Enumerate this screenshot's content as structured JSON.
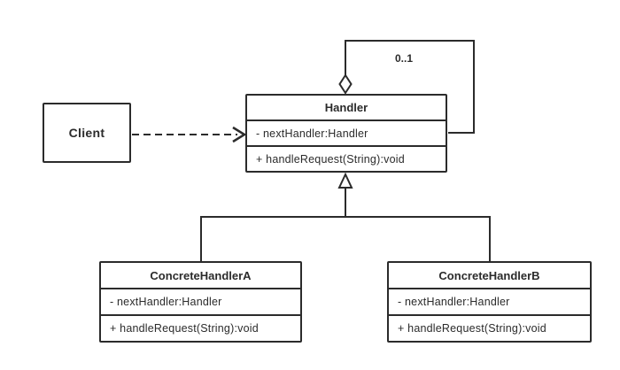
{
  "palette": {
    "line": "#2b2b2b",
    "text": "#2b2b2b",
    "background": "#ffffff"
  },
  "client": {
    "name": "Client"
  },
  "handler": {
    "name": "Handler",
    "attribute": "- nextHandler:Handler",
    "method": "+ handleRequest(String):void"
  },
  "concrete_handler_a": {
    "name": "ConcreteHandlerA",
    "attribute": "- nextHandler:Handler",
    "method": "+ handleRequest(String):void"
  },
  "concrete_handler_b": {
    "name": "ConcreteHandlerB",
    "attribute": "- nextHandler:Handler",
    "method": "+ handleRequest(String):void"
  },
  "self_association": {
    "multiplicity": "0..1",
    "aggregation_icon": "hollow-diamond",
    "from": "Handler",
    "to": "Handler"
  },
  "dependency": {
    "style": "dashed-open-arrow",
    "from": "Client",
    "to": "Handler"
  },
  "generalization": {
    "style": "hollow-triangle",
    "parent": "Handler",
    "children": [
      "ConcreteHandlerA",
      "ConcreteHandlerB"
    ]
  }
}
